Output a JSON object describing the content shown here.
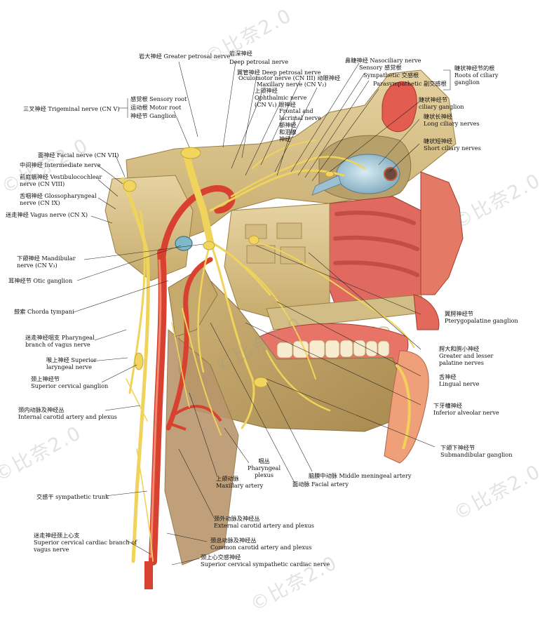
{
  "labels": {
    "greater_petrosal": "岩大神经 Greater petrosal nerve",
    "deep_petrosal_a": "岩深神经",
    "deep_petrosal_b": "Deep petrosal nerve",
    "pterygoid_canal": "翼管神经 Deep petrosal nerve",
    "oculomotor": "Oculomotor nerve (CN III) 动眼神经",
    "maxillary_nerve": "Maxillary nerve (CN V₂)",
    "ophthalmic_a": "上颌神经",
    "ophthalmic_b": "Ophthalmic nerve",
    "ophthalmic_c": "(CN V₁) 眼神经",
    "frontal_a": "Frontal and",
    "frontal_b": "lacrimal nerve",
    "frontal_c": "额神经",
    "frontal_d": "和泪腺",
    "frontal_e": "神经",
    "nasociliary": "鼻睫神经 Nasociliary nerve",
    "sensory_root": "Sensory 感觉根",
    "sympathetic_root": "Sympathetic 交感根",
    "parasympathetic_root": "Parasympathetic 副交感根",
    "ciliary_roots_a": "睫状神经节的根",
    "ciliary_roots_b": "Roots of ciliary",
    "ciliary_roots_c": "ganglion",
    "trigeminal": "三叉神经 Trigeminal nerve (CN V)",
    "tri_sensory": "感觉根 Sensory root",
    "tri_motor": "运动根 Motor root",
    "tri_ganglion": "神经节 Ganglion",
    "ciliary_ganglion_a": "睫状神经节",
    "ciliary_ganglion_b": "ciliary ganglion",
    "long_ciliary_a": "睫状长神经",
    "long_ciliary_b": "Long ciliary nerves",
    "short_ciliary_a": "睫状短神经",
    "short_ciliary_b": "Short ciliary nerves",
    "facial": "面神经 Facial nerve (CN VII)",
    "intermediate": "中间神经 Intermediate nerve",
    "vestibulo_a": "前庭蜗神经 Vestibulocochlear",
    "vestibulo_b": "nerve (CN VIII)",
    "glosso_a": "舌咽神经 Glossopharyngeal",
    "glosso_b": "nerve (CN IX)",
    "vagus": "迷走神经 Vagus nerve (CN X)",
    "mandibular_a": "下颌神经 Mandibular",
    "mandibular_b": "nerve (CN V₃)",
    "otic": "耳神经节 Otic ganglion",
    "chorda": "鼓索 Chorda tympani",
    "pharyngeal_branch_a": "迷走神经咽支 Pharyngeal",
    "pharyngeal_branch_b": "branch of vagus nerve",
    "sup_laryngeal_a": "喉上神经 Superior",
    "sup_laryngeal_b": "laryngeal nerve",
    "sup_cervical_a": "颈上神经节",
    "sup_cervical_b": "Superior cervical ganglion",
    "internal_carotid_a": "颈内动脉及神经丛",
    "internal_carotid_b": "Internal carotid artery and plexus",
    "pterygopalatine_a": "翼腭神经节",
    "pterygopalatine_b": "Pterygopalatine ganglion",
    "palatine_a": "腭大和腭小神经",
    "palatine_b": "Greater and lesser",
    "palatine_c": "palatine nerves",
    "lingual_a": "舌神经",
    "lingual_b": "Lingual nerve",
    "inf_alveolar_a": "下牙槽神经",
    "inf_alveolar_b": "Inferior alveolar nerve",
    "submandibular_a": "下颌下神经节",
    "submandibular_b": "Submandibular ganglion",
    "pharyngeal_plexus_a": "咽丛",
    "pharyngeal_plexus_b": "Pharyngeal",
    "pharyngeal_plexus_c": "plexus",
    "maxillary_artery_a": "上颌动脉",
    "maxillary_artery_b": "Maxillary artery",
    "middle_meningeal": "脑膜中动脉 Middle meningeal artery",
    "facial_artery": "面动脉 Facial artery",
    "sympathetic_trunk": "交感干 sympathetic trunk",
    "external_carotid_a": "颈外动脉及神经丛",
    "external_carotid_b": "External carotid artery and plexus",
    "common_carotid_a": "颈总动脉及神经丛",
    "common_carotid_b": "Common carotid artery and plexus",
    "sup_cardiac_vagus_a": "迷走神经颈上心支",
    "sup_cardiac_vagus_b": "Superior cervical cardiac branch of",
    "sup_cardiac_vagus_c": "vagus nerve",
    "sup_cardiac_symp_a": "颈上心交感神经",
    "sup_cardiac_symp_b": "Superior cervical sympathetic cardiac nerve"
  },
  "watermark": "©比奈2.0",
  "colors": {
    "bone": "#dcc58f",
    "bone_dark": "#b49a5f",
    "nerve": "#f0d35a",
    "artery": "#d8402f",
    "mucosa": "#e86a63",
    "muscle": "#d09a7a",
    "teeth": "#f7ecd0",
    "eye": "#9fc4d6"
  }
}
